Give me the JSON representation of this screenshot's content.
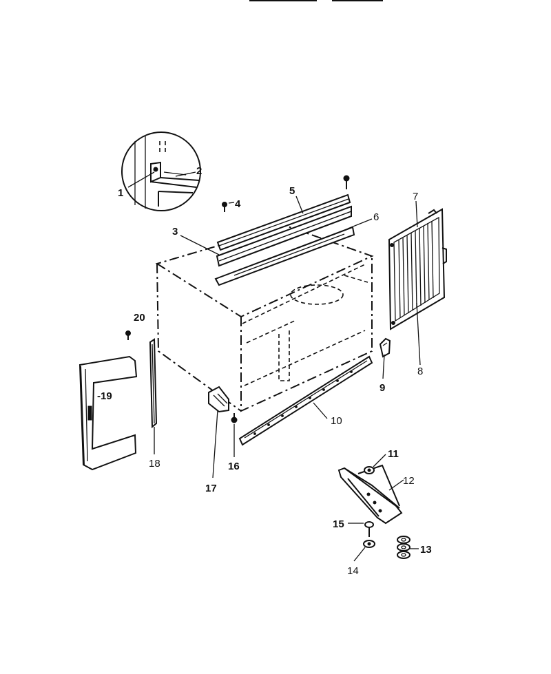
{
  "callouts": [
    {
      "id": "1",
      "text": "1"
    },
    {
      "id": "2",
      "text": "2"
    },
    {
      "id": "3",
      "text": "3"
    },
    {
      "id": "4",
      "text": "4"
    },
    {
      "id": "5",
      "text": "5"
    },
    {
      "id": "6",
      "text": "6"
    },
    {
      "id": "7",
      "text": "7"
    },
    {
      "id": "8",
      "text": "8"
    },
    {
      "id": "9",
      "text": "9"
    },
    {
      "id": "10",
      "text": "10"
    },
    {
      "id": "11",
      "text": "11"
    },
    {
      "id": "12",
      "text": "12"
    },
    {
      "id": "13",
      "text": "13"
    },
    {
      "id": "14",
      "text": "14"
    },
    {
      "id": "15",
      "text": "15"
    },
    {
      "id": "16",
      "text": "16"
    },
    {
      "id": "17",
      "text": "17"
    },
    {
      "id": "18",
      "text": "18"
    },
    {
      "id": "19",
      "text": "-19"
    },
    {
      "id": "20",
      "text": "20"
    }
  ]
}
